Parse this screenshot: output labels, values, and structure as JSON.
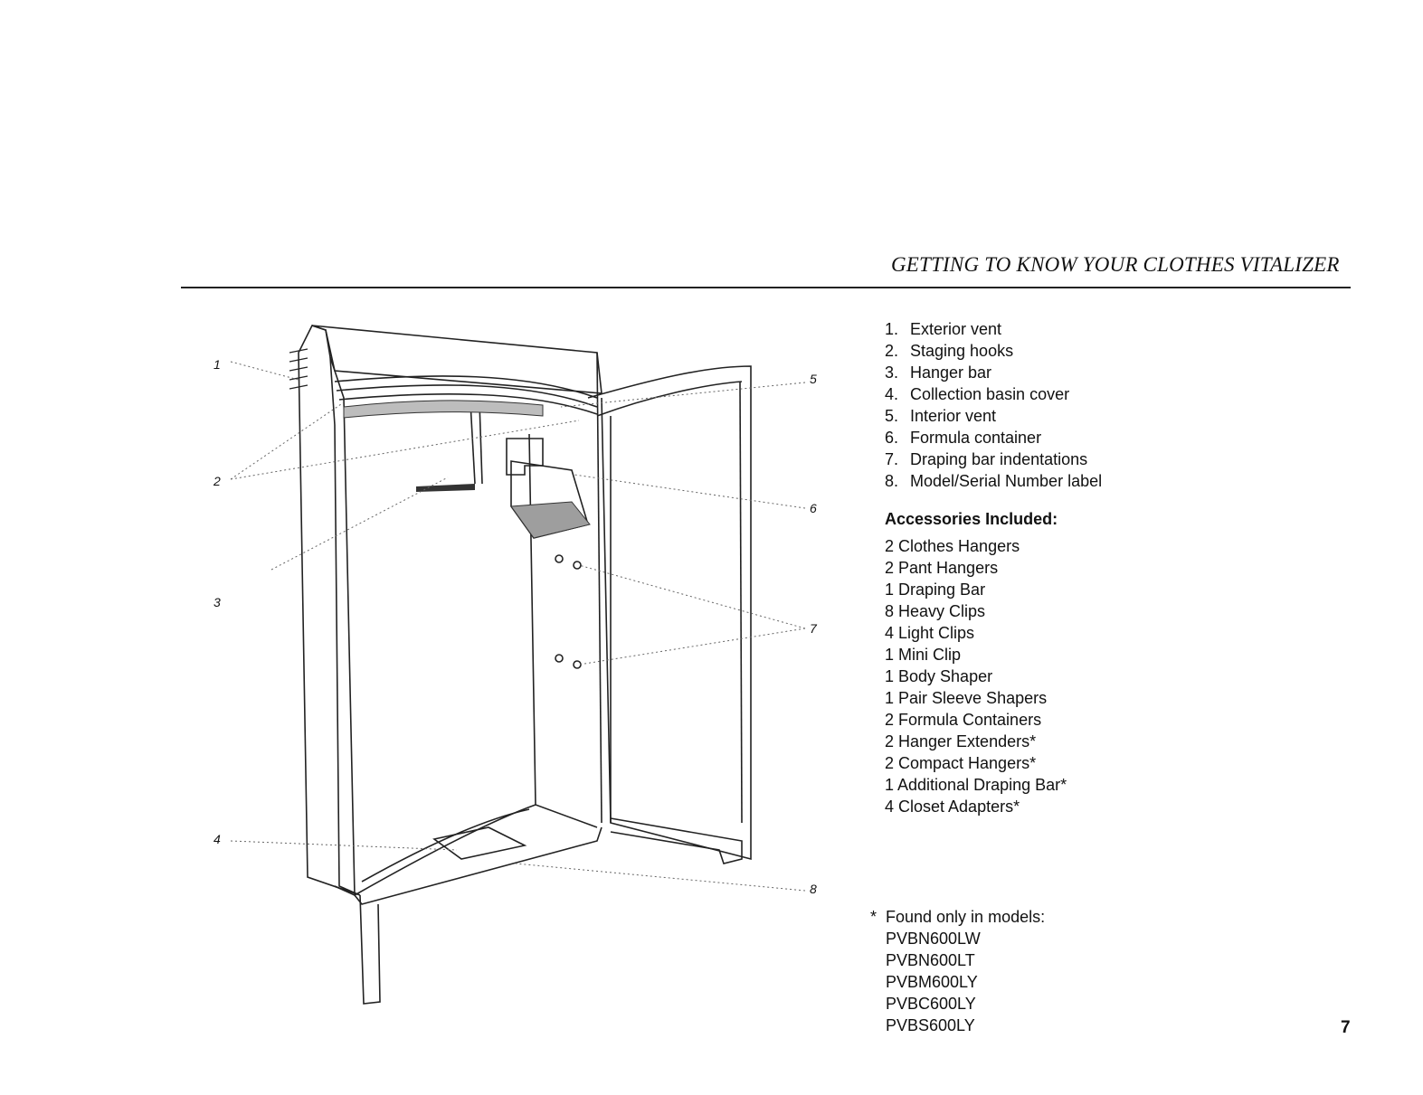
{
  "header": {
    "title": "GETTING TO KNOW YOUR CLOTHES VITALIZER"
  },
  "callouts": [
    "1",
    "2",
    "3",
    "4",
    "5",
    "6",
    "7",
    "8"
  ],
  "parts": [
    {
      "num": "1.",
      "label": "Exterior vent"
    },
    {
      "num": "2.",
      "label": "Staging hooks"
    },
    {
      "num": "3.",
      "label": "Hanger bar"
    },
    {
      "num": "4.",
      "label": "Collection basin cover"
    },
    {
      "num": "5.",
      "label": "Interior vent"
    },
    {
      "num": "6.",
      "label": "Formula container"
    },
    {
      "num": "7.",
      "label": "Draping bar indentations"
    },
    {
      "num": "8.",
      "label": "Model/Serial Number label"
    }
  ],
  "accessories": {
    "heading": "Accessories Included:",
    "items": [
      "2 Clothes Hangers",
      "2 Pant Hangers",
      "1 Draping Bar",
      "8 Heavy Clips",
      "4 Light Clips",
      "1 Mini Clip",
      "1 Body Shaper",
      "1 Pair Sleeve Shapers",
      "2 Formula Containers",
      "2 Hanger Extenders*",
      "2 Compact Hangers*",
      "1 Additional Draping Bar*",
      "4 Closet Adapters*"
    ]
  },
  "footnote": {
    "marker": "*",
    "text": "Found only in models:",
    "models": [
      "PVBN600LW",
      "PVBN600LT",
      "PVBM600LY",
      "PVBC600LY",
      "PVBS600LY"
    ]
  },
  "page_number": "7"
}
